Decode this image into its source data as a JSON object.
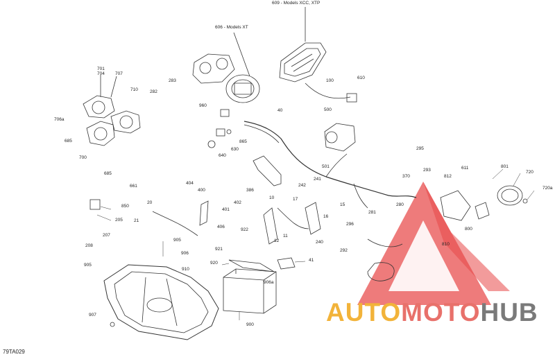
{
  "diagram_code": "79TA029",
  "watermark": {
    "part1": "AUTO",
    "part2": "MOTO",
    "part3": "HUB",
    "colors": {
      "auto": "#f2b33a",
      "moto": "#e8716b",
      "hub": "#7a7a7a",
      "triangle": "#e84848"
    }
  },
  "callouts": {
    "c609": "609 - Models XCC, XTP",
    "c606": "606 - Models XT",
    "c701": "701",
    "c704": "704",
    "c707": "707",
    "c710": "710",
    "c282": "282",
    "c283": "283",
    "c706a": "706a",
    "c685a": "685",
    "c700": "700",
    "c685b": "685",
    "c661": "661",
    "c960": "960",
    "c865": "865",
    "c630": "630",
    "c640": "640",
    "c40": "40",
    "c386": "386",
    "c100": "100",
    "c610": "610",
    "c500": "500",
    "c501": "501",
    "c242": "242",
    "c241": "241",
    "c295": "295",
    "c293": "293",
    "c370": "370",
    "c812": "812",
    "c611": "611",
    "c801": "801",
    "c720": "720",
    "c720a": "720a",
    "c404": "404",
    "c400": "400",
    "c401": "401",
    "c402": "402",
    "c406": "406",
    "c20": "20",
    "c21": "21",
    "c850": "850",
    "c205": "205",
    "c207": "207",
    "c208": "208",
    "c10": "10",
    "c17": "17",
    "c16": "16",
    "c15": "15",
    "c11": "11",
    "c12": "12",
    "c240": "240",
    "c922": "922",
    "c921": "921",
    "c905": "905",
    "c906": "906",
    "c910": "910",
    "c920": "920",
    "c41": "41",
    "c906a": "906a",
    "c900": "900",
    "c907": "907",
    "c281": "281",
    "c280": "280",
    "c296": "296",
    "c292": "292",
    "c800": "800",
    "c810": "810"
  }
}
